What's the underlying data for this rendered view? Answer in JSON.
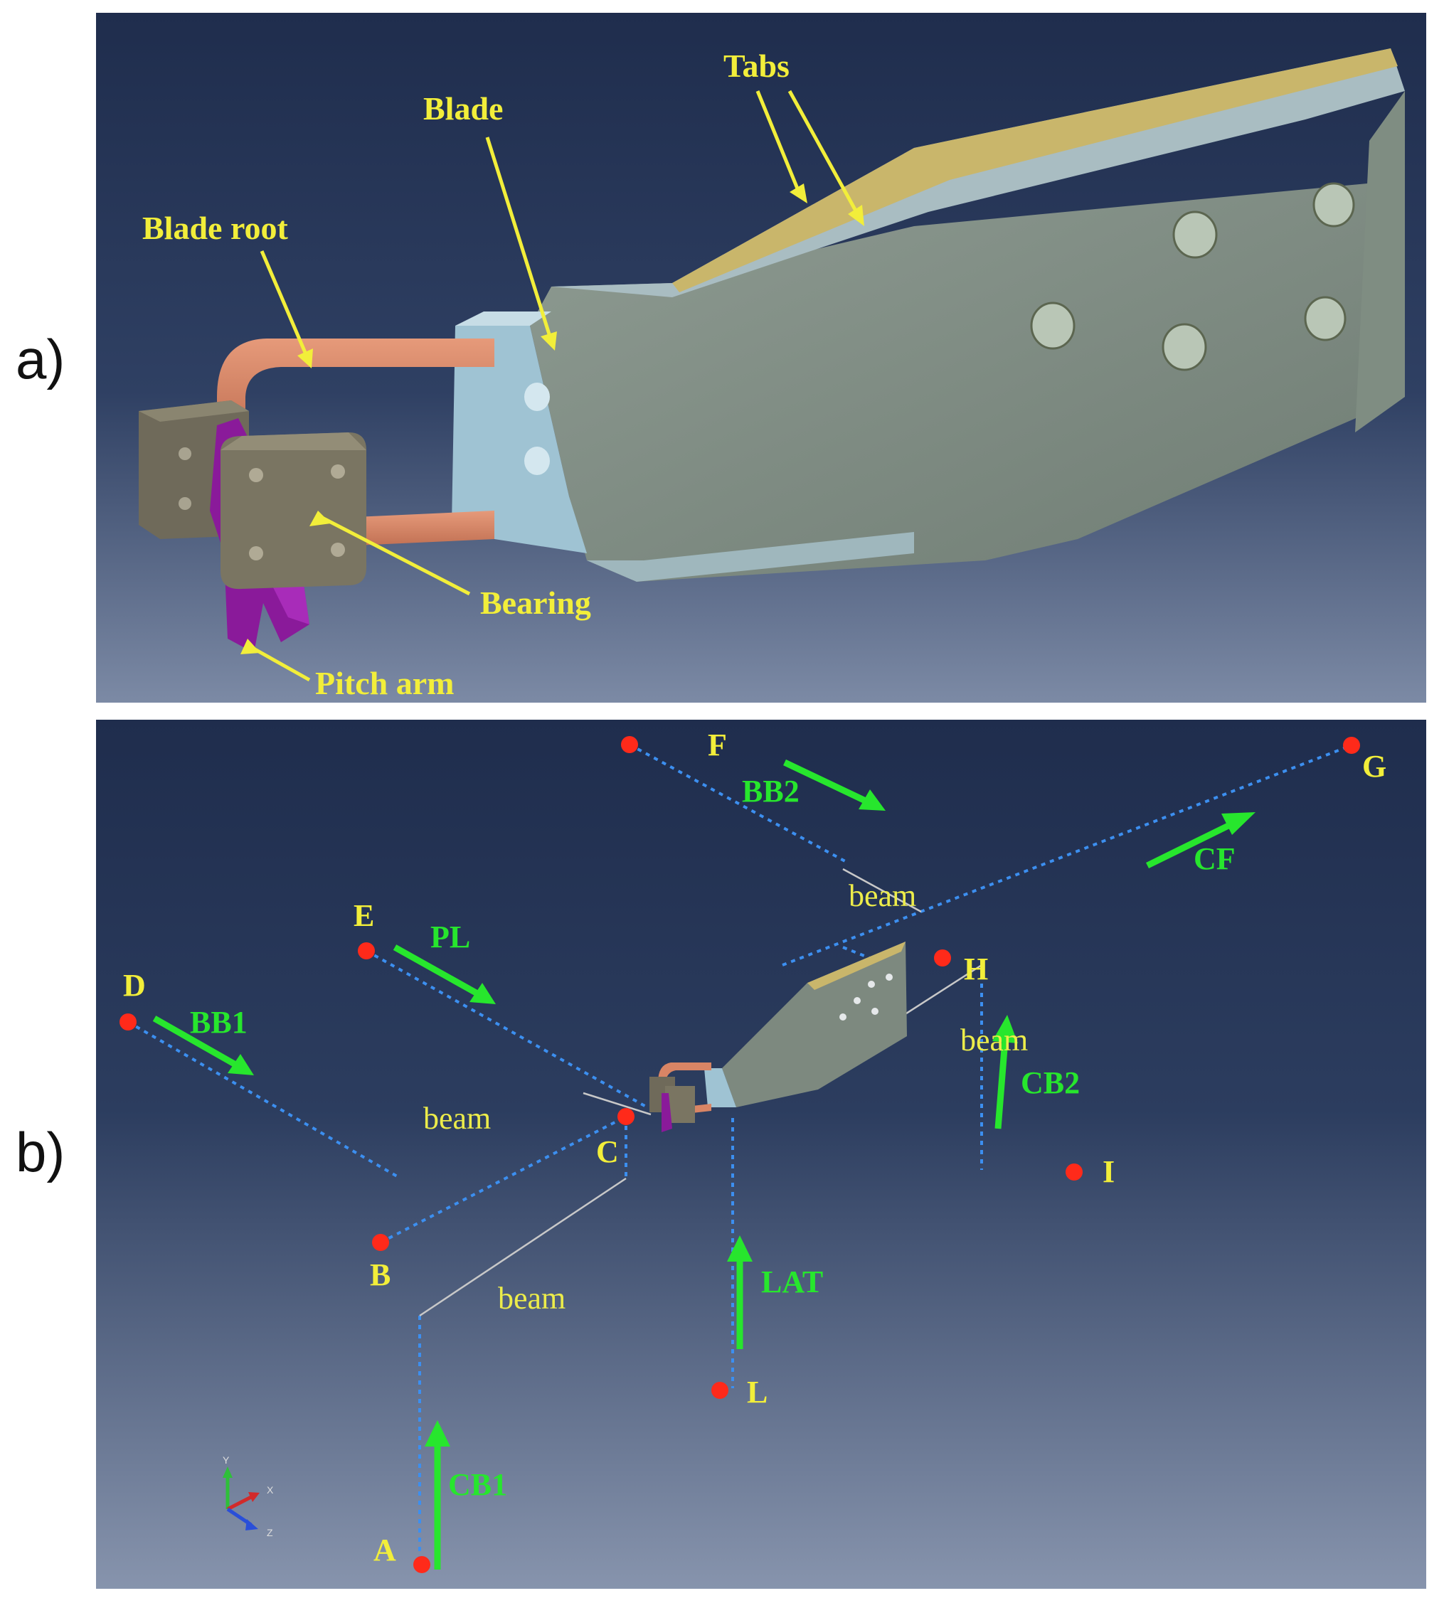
{
  "panels": {
    "a": {
      "letter": "a)"
    },
    "b": {
      "letter": "b)"
    }
  },
  "panel_a_labels": {
    "tabs": "Tabs",
    "blade": "Blade",
    "blade_root": "Blade root",
    "bearing": "Bearing",
    "pitch_arm": "Pitch arm"
  },
  "panel_b_labels": {
    "points": {
      "A": "A",
      "B": "B",
      "C": "C",
      "D": "D",
      "E": "E",
      "F": "F",
      "G": "G",
      "H": "H",
      "I": "I",
      "L": "L"
    },
    "loads": {
      "bb1": "BB1",
      "bb2": "BB2",
      "pl": "PL",
      "cf": "CF",
      "cb1": "CB1",
      "cb2": "CB2",
      "lat": "LAT"
    },
    "beam": "beam"
  },
  "axis_triad": {
    "x": "X",
    "y": "Y",
    "z": "Z"
  },
  "colors": {
    "label_yellow": "#f2ee3a",
    "load_green": "#27e62d",
    "node_red": "#ff2a1a",
    "connector_blue": "#3c8ff0",
    "blade_root_copper": "#d98565",
    "pitch_arm_purple": "#8a1a9a"
  }
}
